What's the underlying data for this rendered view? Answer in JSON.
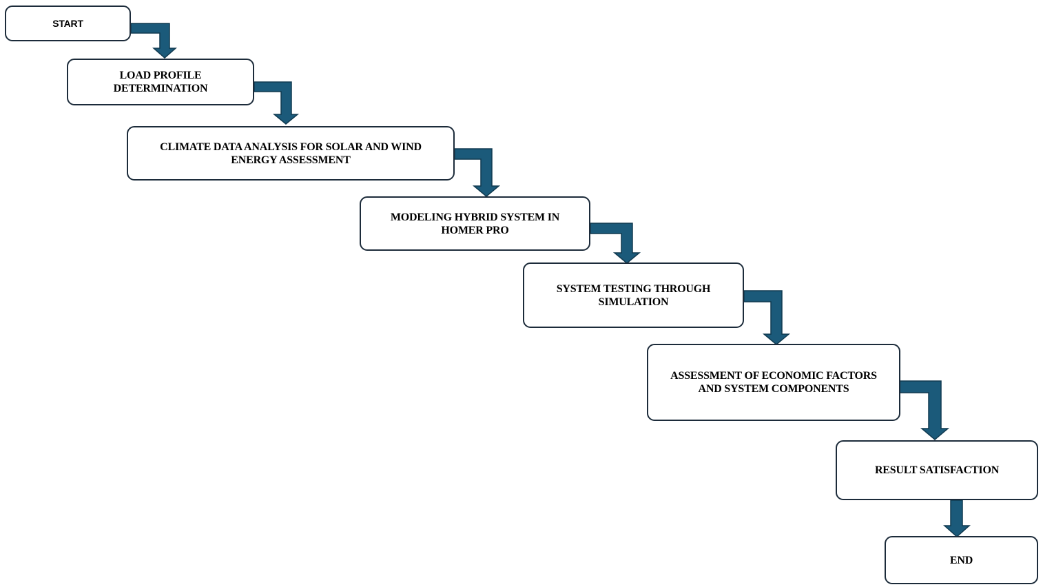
{
  "steps": [
    {
      "id": "start",
      "label": "START"
    },
    {
      "id": "load-profile",
      "label": "LOAD PROFILE\nDETERMINATION"
    },
    {
      "id": "climate-data",
      "label": "CLIMATE DATA ANALYSIS FOR SOLAR AND WIND\nENERGY ASSESSMENT"
    },
    {
      "id": "modeling",
      "label": "MODELING HYBRID SYSTEM IN\nHOMER PRO"
    },
    {
      "id": "testing",
      "label": "SYSTEM TESTING THROUGH\nSIMULATION"
    },
    {
      "id": "assessment",
      "label": "ASSESSMENT OF ECONOMIC FACTORS\nAND SYSTEM COMPONENTS"
    },
    {
      "id": "result",
      "label": "RESULT SATISFACTION"
    },
    {
      "id": "end",
      "label": "END"
    }
  ],
  "colors": {
    "arrow_fill": "#1b5a7a",
    "box_border": "#1c2b3a"
  }
}
